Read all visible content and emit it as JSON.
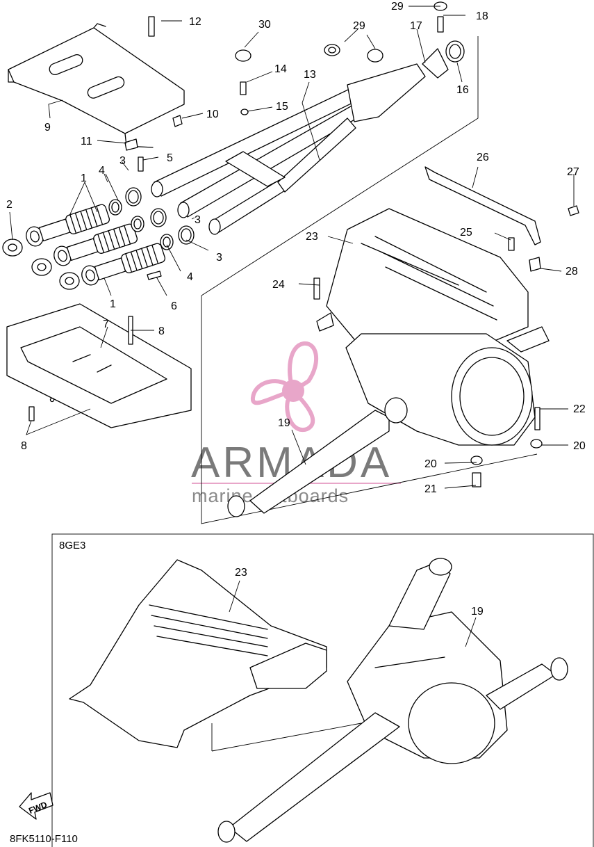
{
  "diagram": {
    "code": "8FK5110-F110",
    "variant_label": "8GE3",
    "fwd_label": "FWD",
    "watermark": {
      "brand": "ARMADA",
      "tagline": "marine outboards",
      "accent_color": "#e8a6c9",
      "text_color": "#7a7a7a"
    },
    "callouts": {
      "c1a": "1",
      "c1b": "1",
      "c2": "2",
      "c3a": "3",
      "c3b": "3",
      "c3c": "3",
      "c4a": "4",
      "c4b": "4",
      "c5": "5",
      "c6": "6",
      "c7": "7",
      "c8a": "8",
      "c8b": "8",
      "c9": "9",
      "c10": "10",
      "c11": "11",
      "c12": "12",
      "c13": "13",
      "c14": "14",
      "c15": "15",
      "c16": "16",
      "c17": "17",
      "c18": "18",
      "c19a": "19",
      "c19b": "19",
      "c20a": "20",
      "c20b": "20",
      "c21": "21",
      "c22": "22",
      "c23a": "23",
      "c23b": "23",
      "c24": "24",
      "c25": "25",
      "c26": "26",
      "c27": "27",
      "c28": "28",
      "c29a": "29",
      "c29b": "29",
      "c30": "30"
    }
  }
}
